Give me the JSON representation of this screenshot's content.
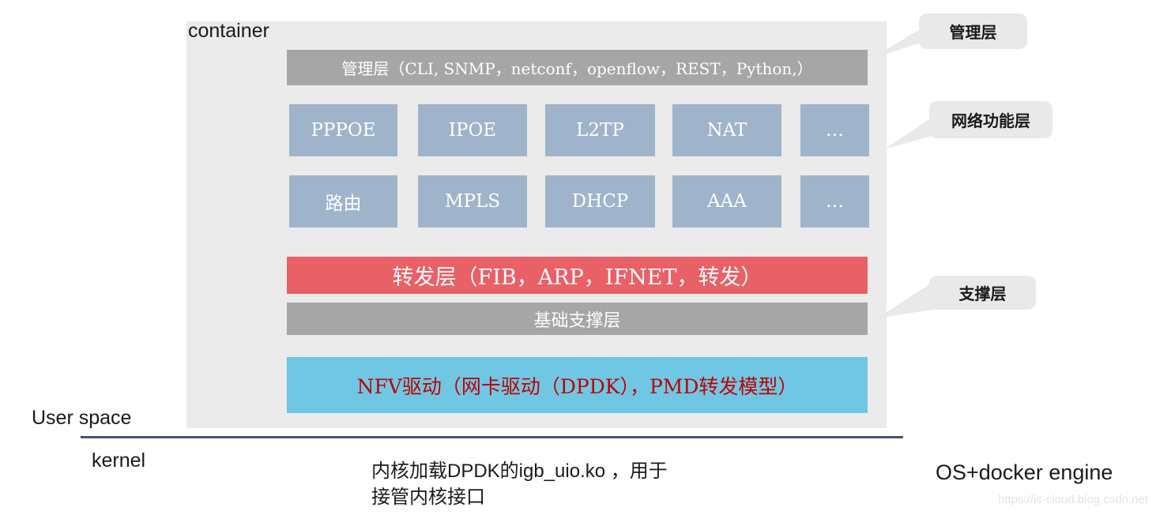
{
  "page": {
    "container_label": "container",
    "management_bar": "管理层（CLI, SNMP，netconf，openflow，REST，Python,）",
    "blocks": {
      "row1": [
        "PPPOE",
        "IPOE",
        "L2TP",
        "NAT",
        "…"
      ],
      "row2": [
        "路由",
        "MPLS",
        "DHCP",
        "AAA",
        "…"
      ]
    },
    "forwarding_bar": "转发层（FIB，ARP，IFNET，转发）",
    "base_support_bar": "基础支撑层",
    "nfv_bar": "NFV驱动（网卡驱动（DPDK），PMD转发模型）",
    "callouts": {
      "management": "管理层",
      "network_function": "网络功能层",
      "support": "支撑层"
    },
    "bottom": {
      "user_space": "User space",
      "kernel": "kernel",
      "kernel_note_line1": "内核加载DPDK的igb_uio.ko ，用于",
      "kernel_note_line2": "接管内核接口",
      "os_docker": "OS+docker engine",
      "watermark": "https://is-cloud.blog.csdn.net"
    },
    "colors": {
      "container_bg": "#EBEBEB",
      "gray_bar": "#A6A6A6",
      "blue_block": "#9FB4CB",
      "red_bar": "#E96067",
      "nfv_bar_bg": "#70C7E3",
      "nfv_text": "#C00000",
      "divider": "#44546A",
      "callout_bg": "#E9E9E9"
    }
  }
}
